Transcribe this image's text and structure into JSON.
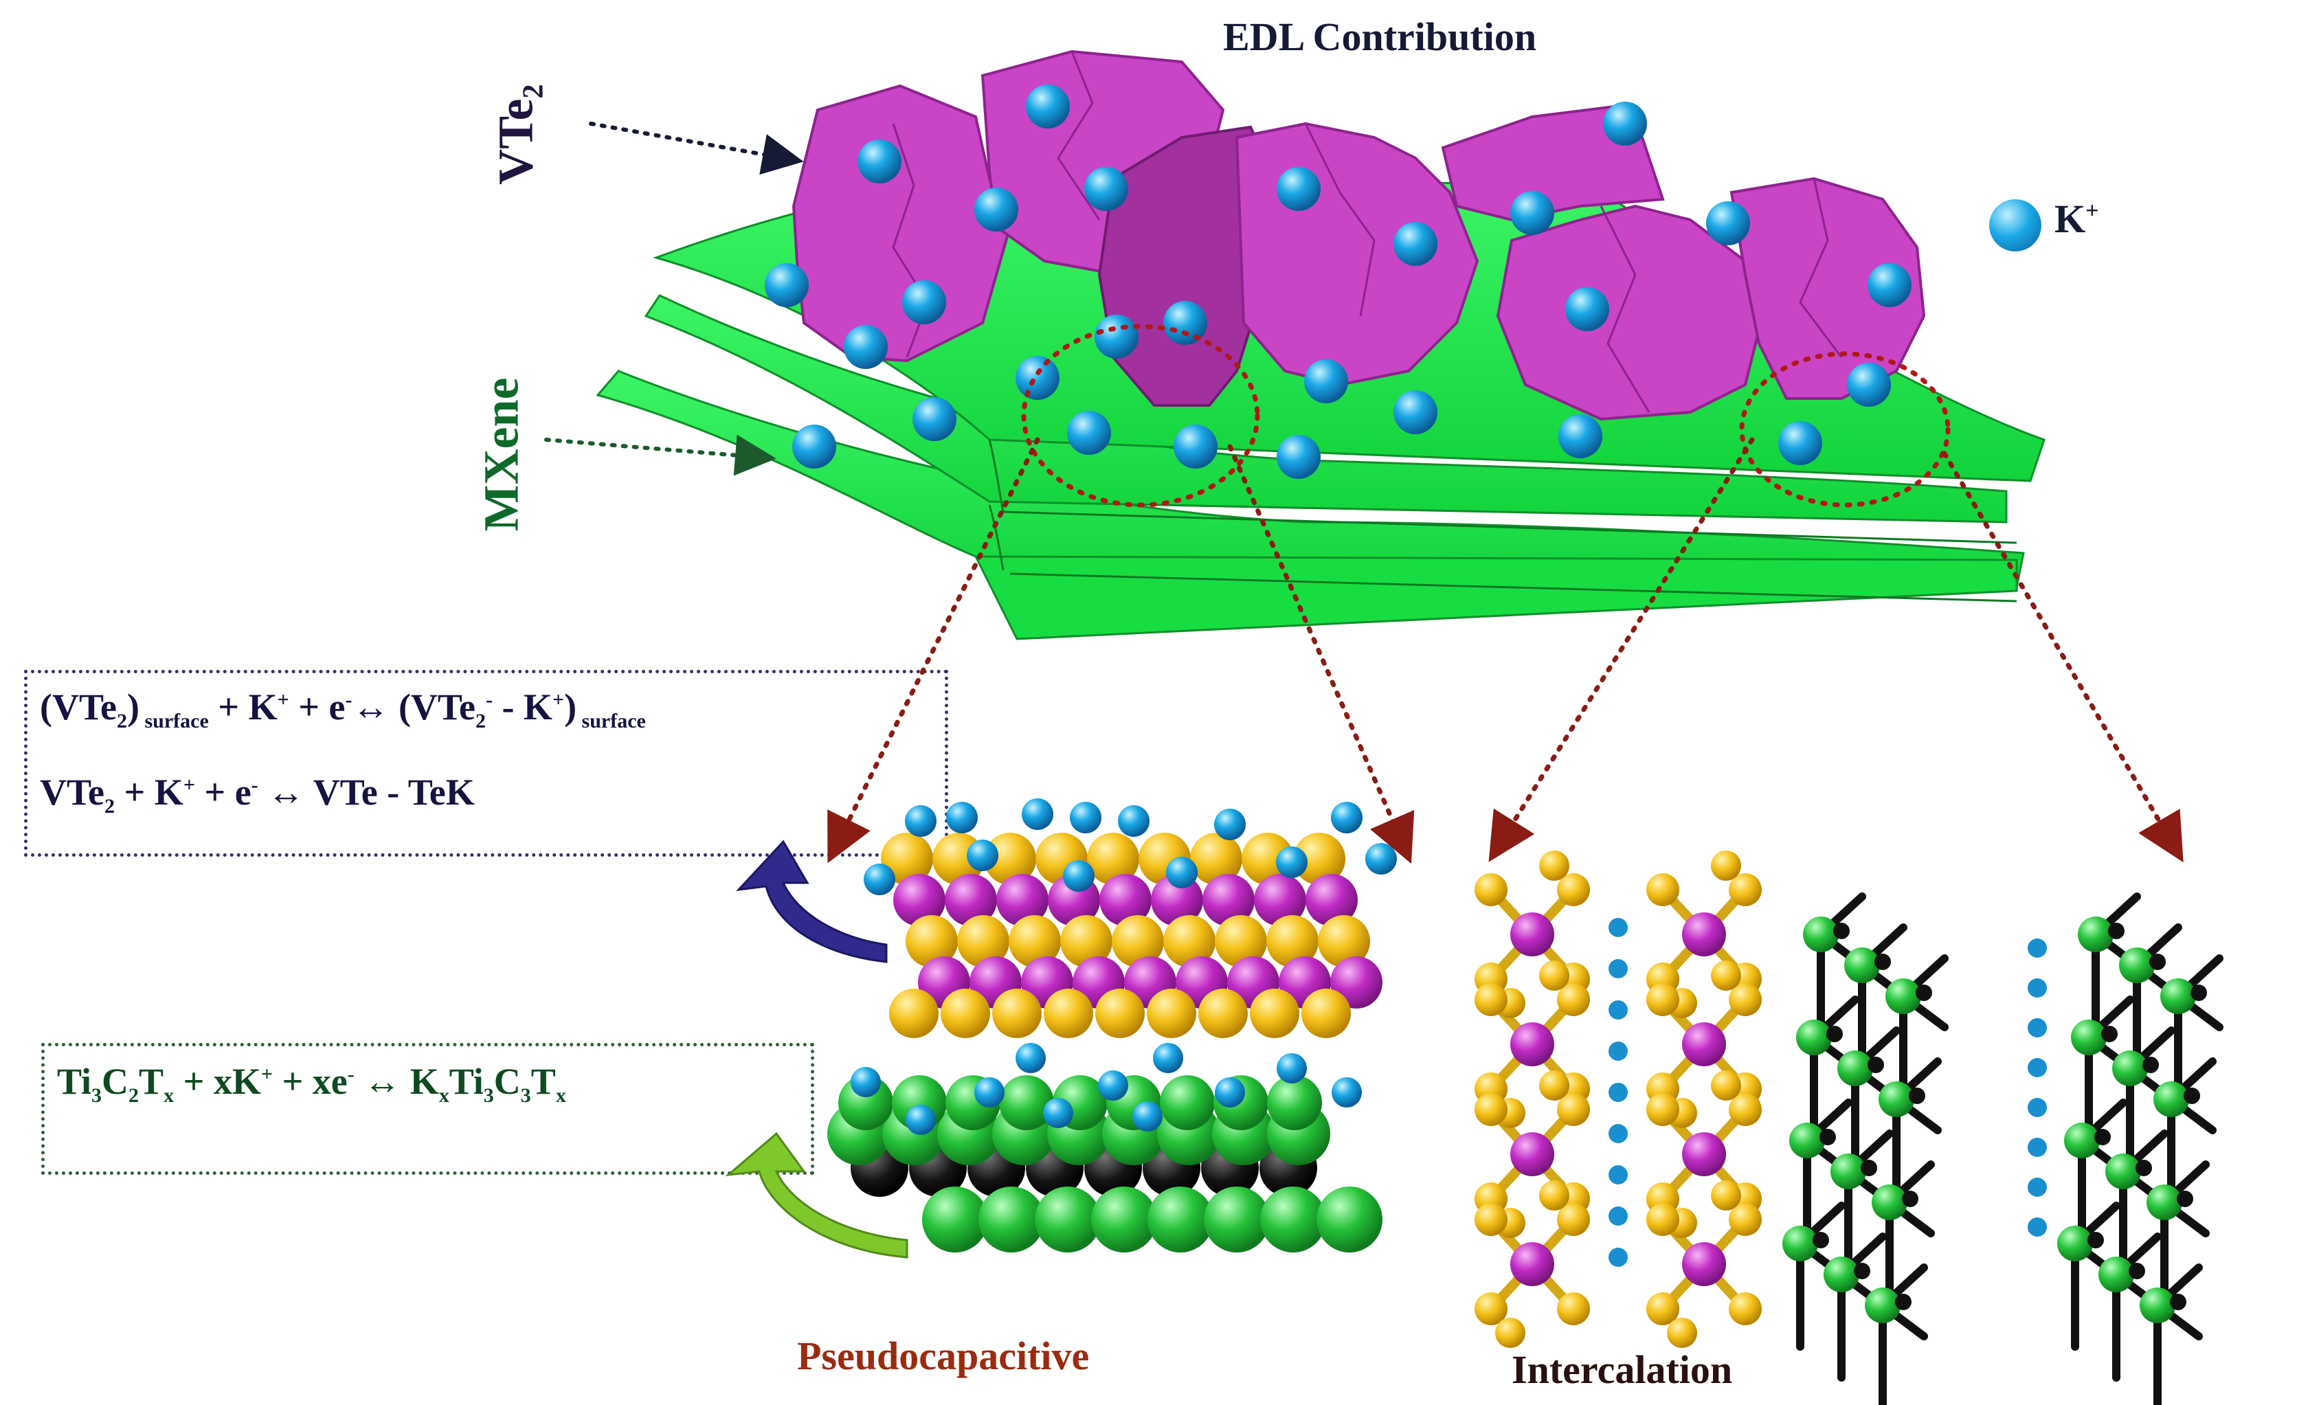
{
  "title": "EDL Contribution",
  "labels": {
    "vte2": "VTe2",
    "mxene": "MXene",
    "k_ion": "K+",
    "pseudocapacitive": "Pseudocapacitive",
    "intercalation": "Intercalation"
  },
  "equations": {
    "vte2_surface": "(VTe2)surface + K+ + e- ↔ (VTe2- - K+)surface",
    "vte2_bulk": "VTe2 + K+ + e- ↔ VTe - TeK",
    "mxene": "Ti3C2Tx + xK+ + xe- ↔ KxTi3C3Tx"
  },
  "colors": {
    "mxene_sheet": "#22ee4c",
    "vte2_flake": "#c945c6",
    "k_ion": "#1aa7e6",
    "te_atom": "#f5c21b",
    "v_atom": "#c02bc4",
    "ti_atom": "#26c33a",
    "c_atom": "#151515",
    "arrow_red": "#8a1c14",
    "arrow_purple": "#2f2a8c",
    "arrow_green": "#7ec82c",
    "pseudo_label": "#9b2b10",
    "inter_label": "#2a1010"
  }
}
